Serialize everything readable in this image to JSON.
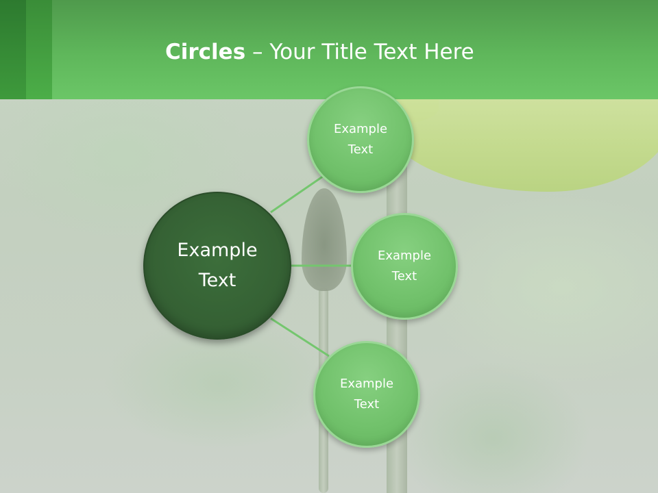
{
  "title": {
    "bold_part": "Circles",
    "rest_part": " – Your Title Text Here"
  },
  "diagram": {
    "center": {
      "label_line1": "Example",
      "label_line2": "Text"
    },
    "satellites": [
      {
        "label_line1": "Example",
        "label_line2": "Text"
      },
      {
        "label_line1": "Example",
        "label_line2": "Text"
      },
      {
        "label_line1": "Example",
        "label_line2": "Text"
      }
    ]
  },
  "colors": {
    "header_green": "#5fb75b",
    "center_circle": "#345f33",
    "satellite_circle": "#72c26c",
    "connector": "#74c66e"
  }
}
